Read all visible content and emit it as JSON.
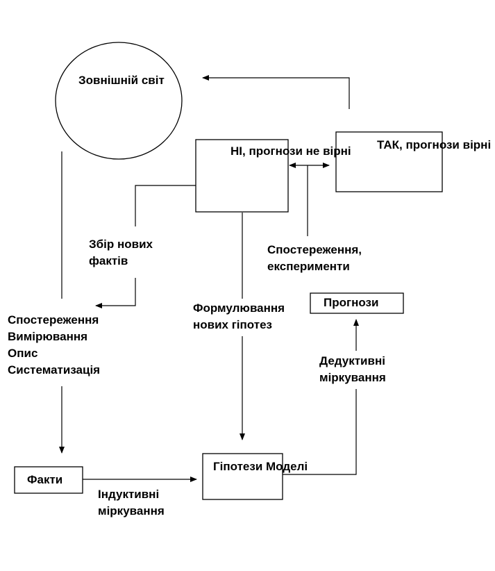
{
  "nodes": {
    "external_world": [
      "Зовнішній",
      "світ"
    ],
    "no_box": [
      "НІ,",
      "прогнози",
      "не вірні"
    ],
    "yes_box": [
      "ТАК,",
      "прогнози",
      "вірні"
    ],
    "predictions": "Прогнози",
    "facts": "Факти",
    "hypotheses": [
      "Гіпотези",
      "Моделі"
    ]
  },
  "labels": {
    "collect_facts": [
      "Збір нових",
      "фактів"
    ],
    "observations_experiments": [
      "Спостереження,",
      "експерименти"
    ],
    "observation_list": [
      "Спостереження",
      "Вимірювання",
      "Опис",
      "Систематизація"
    ],
    "formulate_hypotheses": [
      "Формулювання",
      "нових гіпотез"
    ],
    "deductive": [
      "Дедуктивні",
      "міркування"
    ],
    "inductive": [
      "Індуктивні",
      "міркування"
    ]
  },
  "colors": {
    "stroke": "#000000",
    "background": "#ffffff"
  }
}
